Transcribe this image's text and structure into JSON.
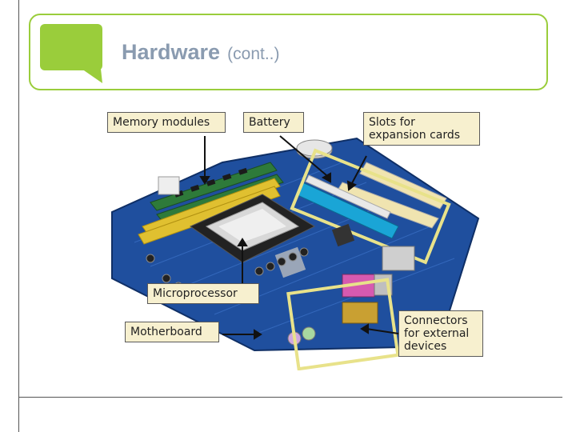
{
  "slide": {
    "title": "Hardware",
    "title_suffix": "(cont..)"
  },
  "callouts": {
    "memory_modules": "Memory modules",
    "battery": "Battery",
    "slots": "Slots for\nexpansion cards",
    "microprocessor": "Microprocessor",
    "motherboard": "Motherboard",
    "connectors": "Connectors\nfor external\ndevices"
  },
  "icons": {
    "title_icon": "speech-bubble-icon"
  },
  "colors": {
    "accent_green": "#9acd3b",
    "title_gray": "#8a9bb0",
    "board_blue": "#1f4f9e",
    "label_fill": "#f7f0cf"
  }
}
